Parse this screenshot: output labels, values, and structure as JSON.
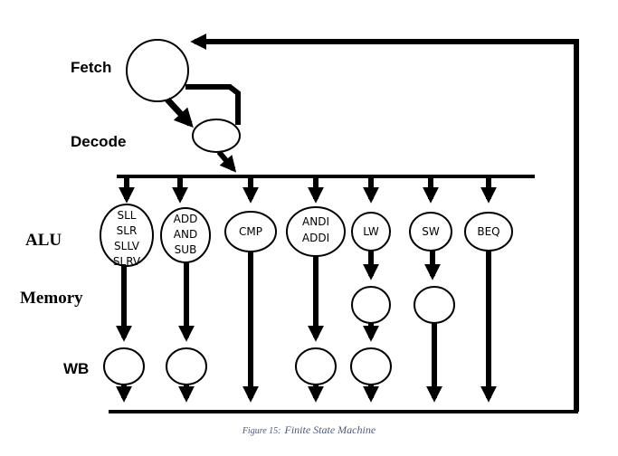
{
  "stage_labels": {
    "fetch": "Fetch",
    "decode": "Decode",
    "alu": "ALU",
    "memory": "Memory",
    "wb": "WB"
  },
  "alu_states": {
    "shift": [
      "SLL",
      "SLR",
      "SLLV",
      "SLRV"
    ],
    "add": [
      "ADD",
      "AND",
      "SUB"
    ],
    "cmp": [
      "CMP"
    ],
    "andi": [
      "ANDI",
      "ADDI"
    ],
    "lw": [
      "LW"
    ],
    "sw": [
      "SW"
    ],
    "beq": [
      "BEQ"
    ]
  },
  "caption": {
    "prefix": "Figure 15:",
    "title": "Finite State Machine"
  }
}
